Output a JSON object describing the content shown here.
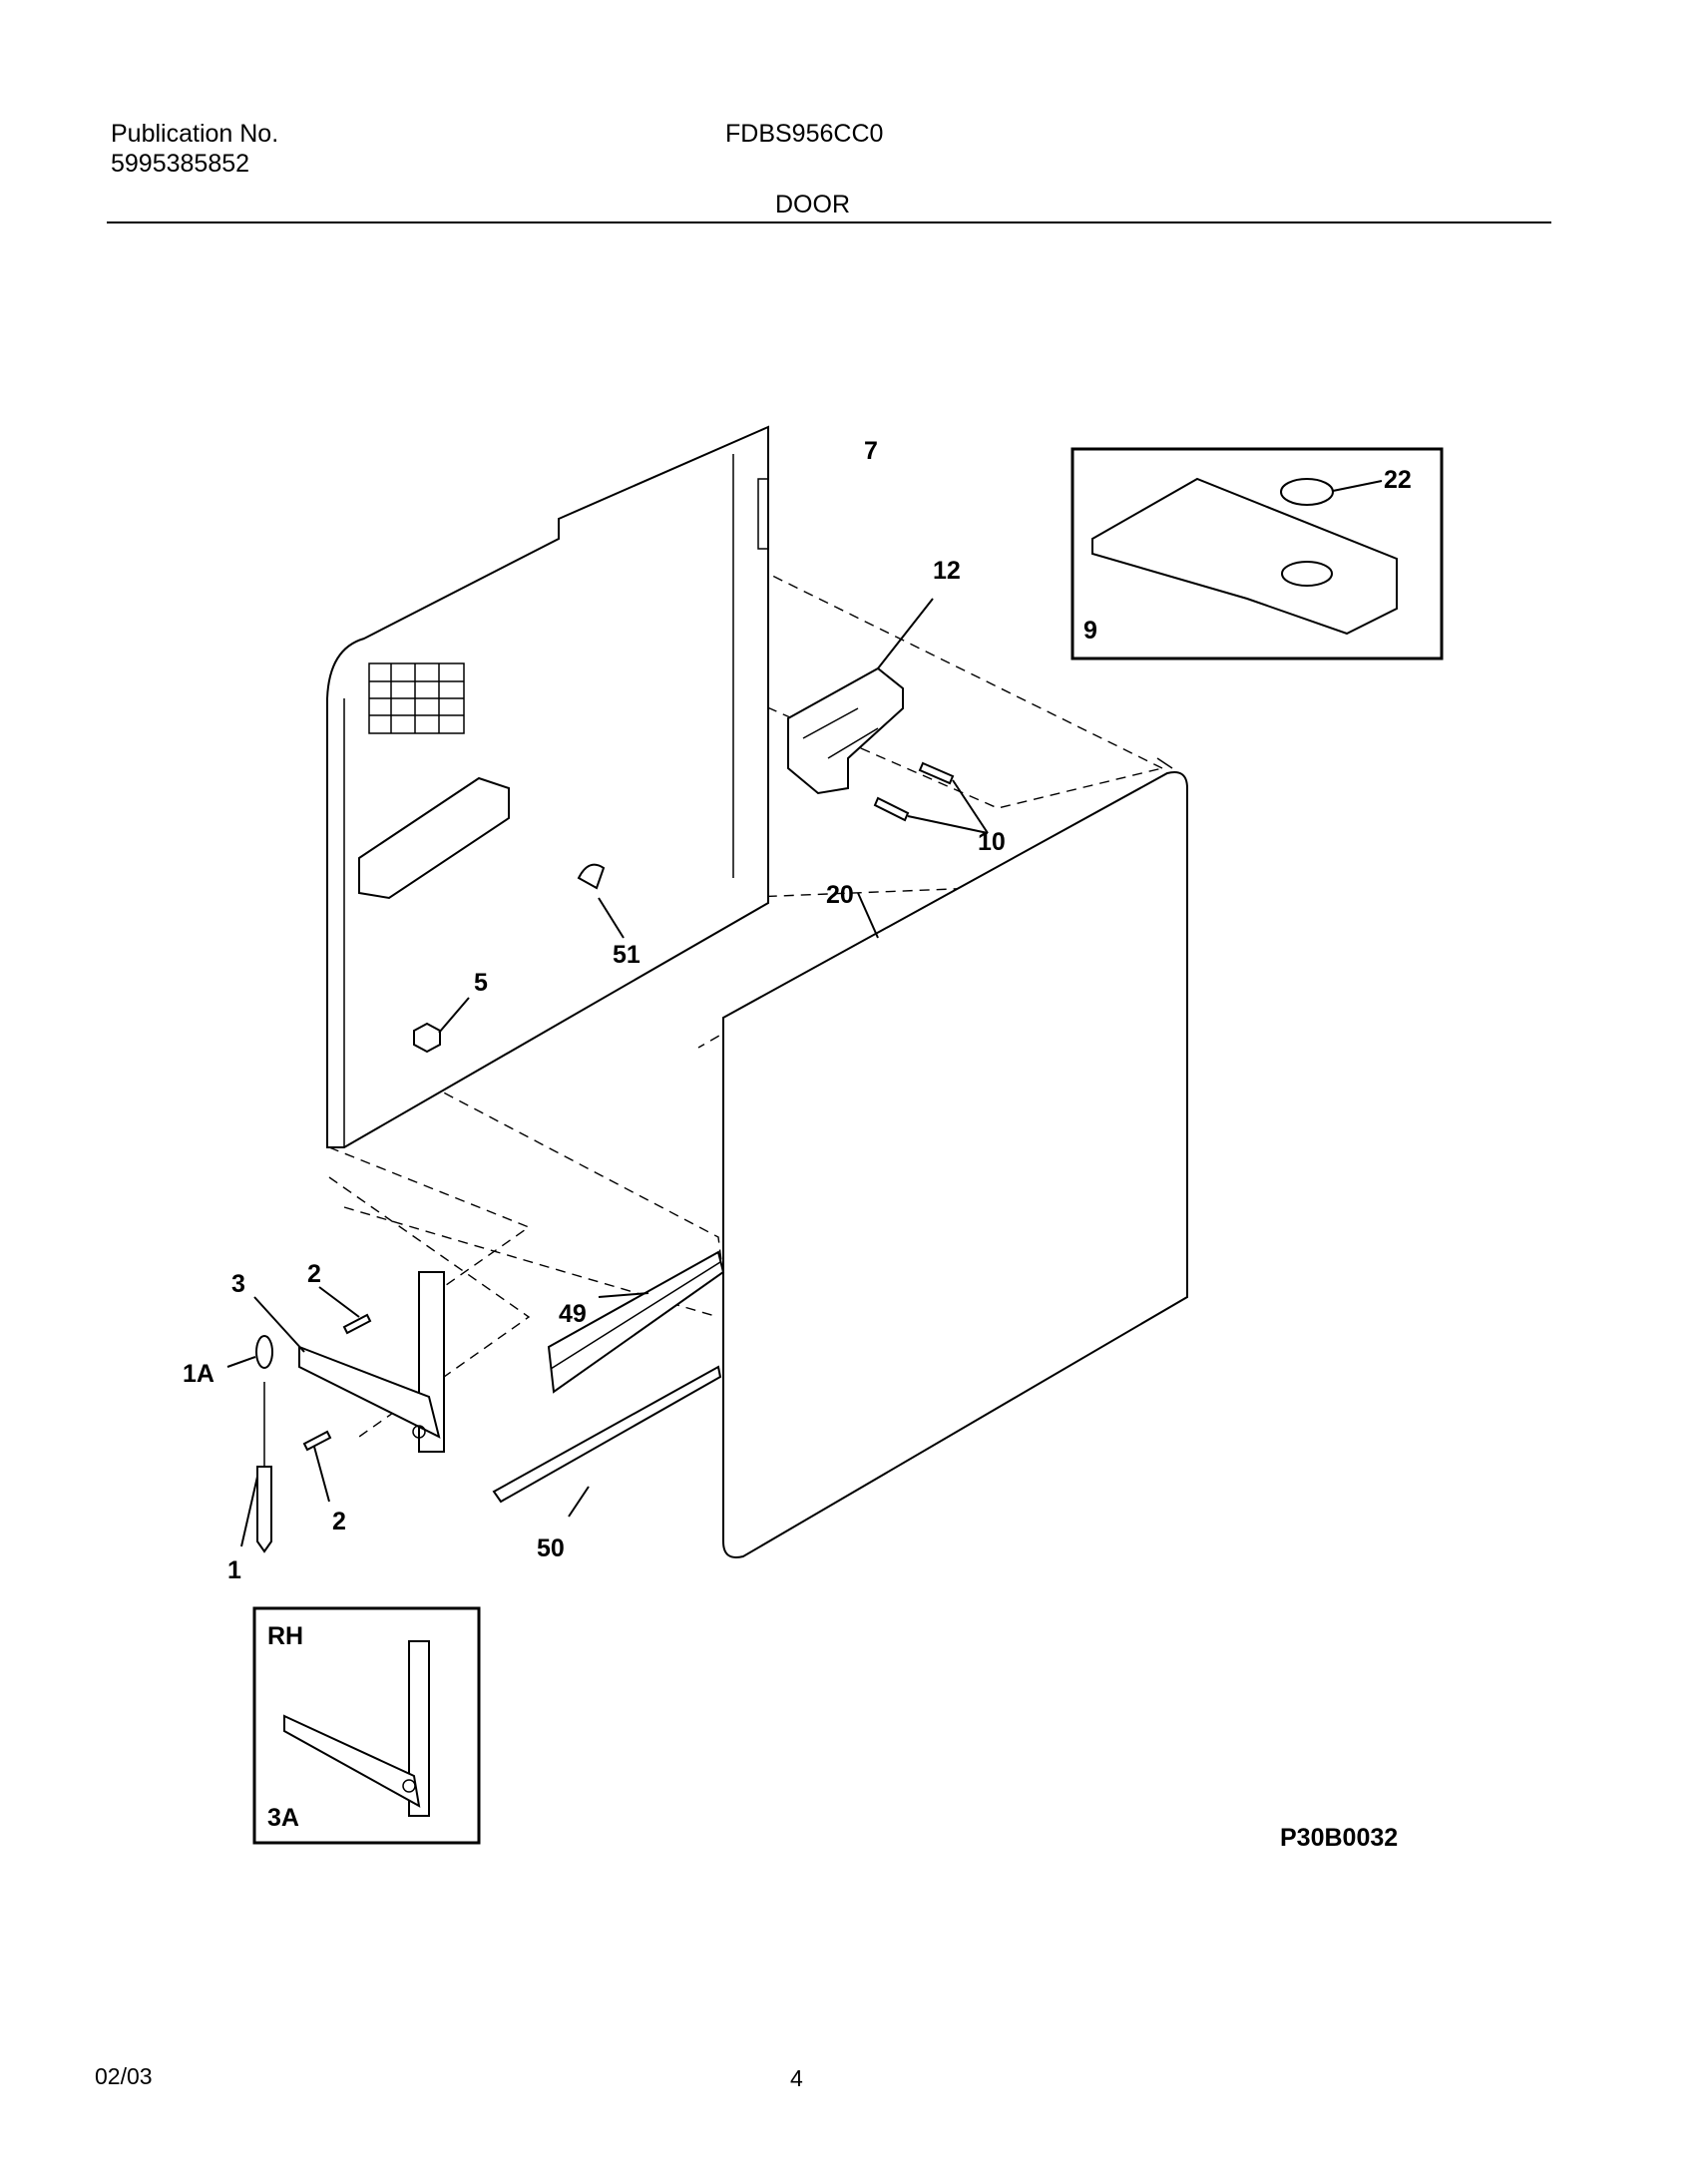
{
  "header": {
    "publication_label": "Publication No.",
    "publication_number": "5995385852",
    "model": "FDBS956CC0",
    "section_title": "DOOR"
  },
  "callouts": {
    "c7": "7",
    "c12": "12",
    "c22": "22",
    "c9": "9",
    "c10": "10",
    "c20": "20",
    "c51": "51",
    "c5": "5",
    "c3": "3",
    "c2a": "2",
    "c49": "49",
    "c1a": "1A",
    "c2b": "2",
    "c1": "1",
    "c50": "50",
    "inset_rh": "RH",
    "inset_3a": "3A"
  },
  "diagram_code": "P30B0032",
  "footer": {
    "date": "02/03",
    "page": "4"
  }
}
